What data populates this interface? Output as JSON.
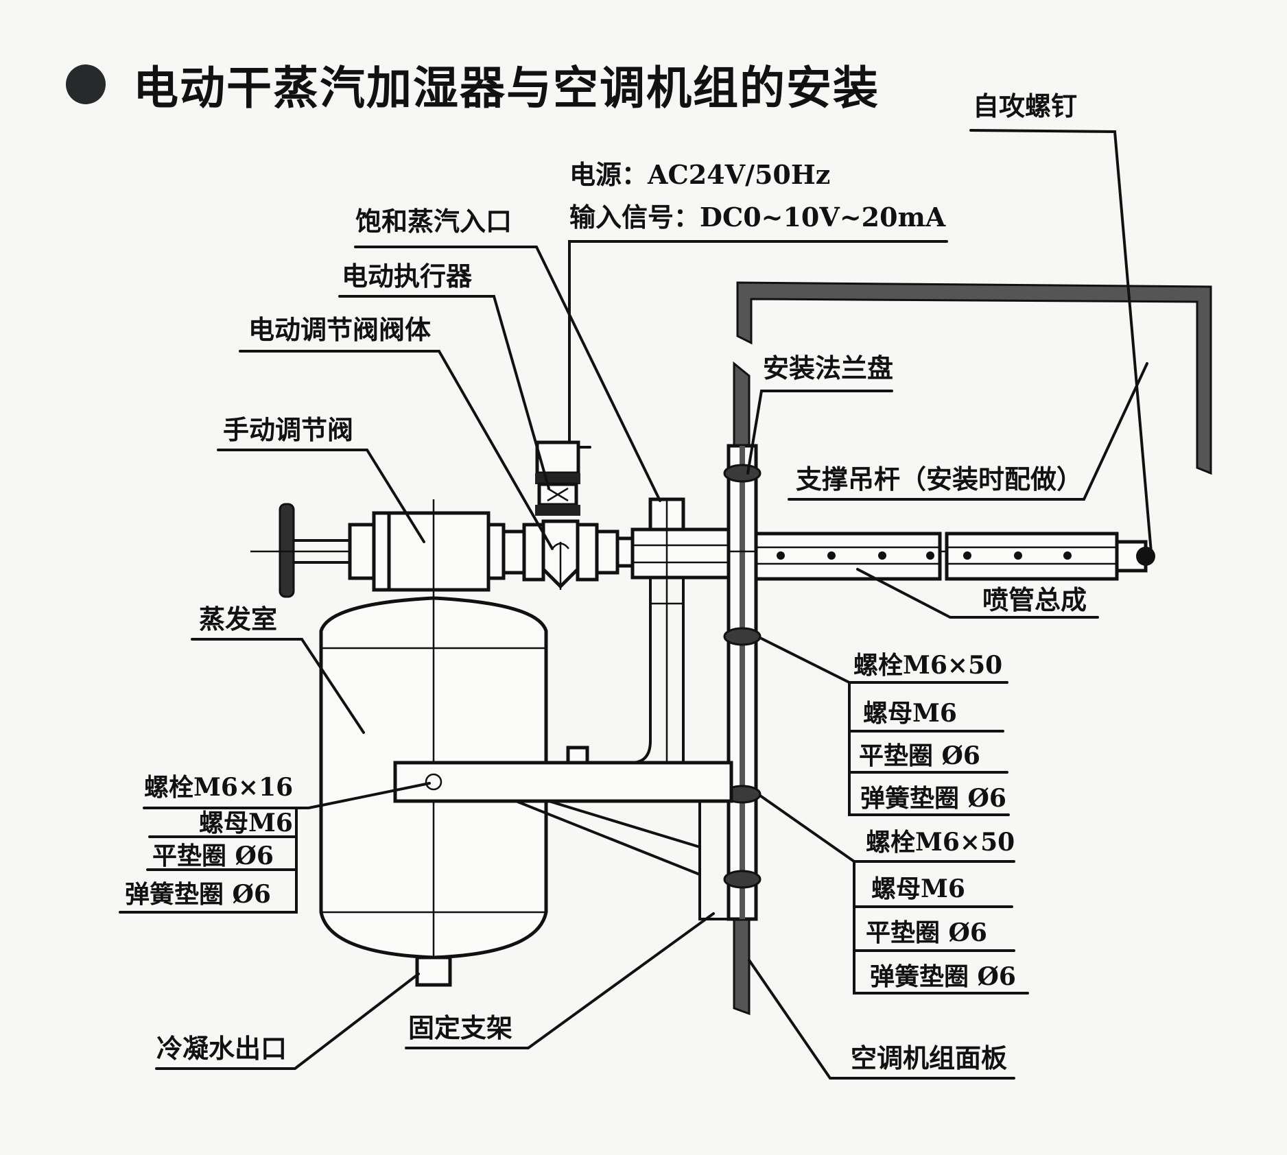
{
  "title": {
    "text": "电动干蒸汽加湿器与空调机组的安装",
    "bullet_icon": "filled-circle"
  },
  "labels": {
    "self_tapping_screw": "自攻螺钉",
    "power": "电源：AC24V/50Hz",
    "input_signal": "输入信号：DC0~10V~20mA",
    "saturated_steam_inlet": "饱和蒸汽入口",
    "electric_actuator": "电动执行器",
    "electric_valve_body": "电动调节阀阀体",
    "manual_valve": "手动调节阀",
    "mounting_flange": "安装法兰盘",
    "support_rod": "支撑吊杆（安装时配做）",
    "nozzle_assembly": "喷管总成",
    "evaporation_chamber": "蒸发室",
    "condensate_outlet": "冷凝水出口",
    "fixed_bracket": "固定支架",
    "ahu_panel": "空调机组面板"
  },
  "fastener_groups": {
    "upper_right": [
      "螺栓M6×50",
      "螺母M6",
      "平垫圈 Ø6",
      "弹簧垫圈 Ø6"
    ],
    "lower_right": [
      "螺栓M6×50",
      "螺母M6",
      "平垫圈 Ø6",
      "弹簧垫圈 Ø6"
    ],
    "left": [
      "螺栓M6×16",
      "螺母M6",
      "平垫圈 Ø6",
      "弹簧垫圈 Ø6"
    ]
  }
}
